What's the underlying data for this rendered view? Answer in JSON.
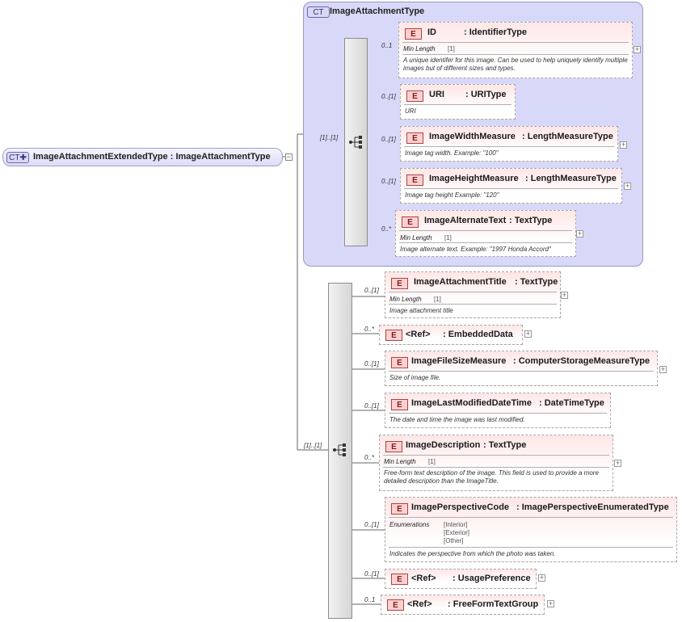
{
  "root": {
    "badge": "CT",
    "name": "ImageAttachmentExtendedType : ImageAttachmentType",
    "collapse": "−"
  },
  "base_group": {
    "badge": "CT",
    "title": "ImageAttachmentType",
    "cardinality": "[1]..[1]"
  },
  "ext_sequence": {
    "cardinality": "[1]..[1]"
  },
  "facet_min_length": "Min Length",
  "facet_enumerations": "Enumerations",
  "plus": "+",
  "base_elements": [
    {
      "card": "0..1",
      "badge": "E",
      "name": "ID",
      "type": ": IdentifierType",
      "facet_value": "[1]",
      "doc": "A unique identifer for this image. Can be used to help uniquely identify multiple images but of different sizes and types."
    },
    {
      "card": "0..[1]",
      "badge": "E",
      "name": "URI",
      "type": ": URIType",
      "doc": "URI"
    },
    {
      "card": "0..[1]",
      "badge": "E",
      "name": "ImageWidthMeasure",
      "type": ": LengthMeasureType",
      "doc": "Image tag width. Example: \"100\""
    },
    {
      "card": "0..[1]",
      "badge": "E",
      "name": "ImageHeightMeasure",
      "type": ": LengthMeasureType",
      "doc": "Image tag height Example: \"120\""
    },
    {
      "card": "0..*",
      "badge": "E",
      "name": "ImageAlternateText",
      "type": ": TextType",
      "facet_value": "[1]",
      "doc": "Image alternate text. Example: \"1997 Honda Accord\""
    }
  ],
  "ext_elements": [
    {
      "card": "0..[1]",
      "badge": "E",
      "name": "ImageAttachmentTitle",
      "type": ": TextType",
      "facet_value": "[1]",
      "doc": "Image attachment title"
    },
    {
      "card": "0..*",
      "badge": "E",
      "name": "<Ref>",
      "type": ": EmbeddedData"
    },
    {
      "card": "0..[1]",
      "badge": "E",
      "name": "ImageFileSizeMeasure",
      "type": ": ComputerStorageMeasureType",
      "doc": "Size of image file."
    },
    {
      "card": "0..[1]",
      "badge": "E",
      "name": "ImageLastModifiedDateTime",
      "type": ": DateTimeType",
      "doc": "The date and time the image was last modified."
    },
    {
      "card": "0..*",
      "badge": "E",
      "name": "ImageDescription",
      "type": ": TextType",
      "facet_value": "[1]",
      "doc": "Free-form text description of the image. This field is used to provide a more detailed description than the ImageTitle."
    },
    {
      "card": "0..[1]",
      "badge": "E",
      "name": "ImagePerspectiveCode",
      "type": ": ImagePerspectiveEnumeratedType",
      "enums": [
        "[Interior]",
        "[Exterior]",
        "[Other]"
      ],
      "doc": "Indicates the perspective from which the photo was taken."
    },
    {
      "card": "0..[1]",
      "badge": "E",
      "name": "<Ref>",
      "type": ": UsagePreference"
    },
    {
      "card": "0..1",
      "badge": "E",
      "name": "<Ref>",
      "type": ": FreeFormTextGroup"
    }
  ]
}
